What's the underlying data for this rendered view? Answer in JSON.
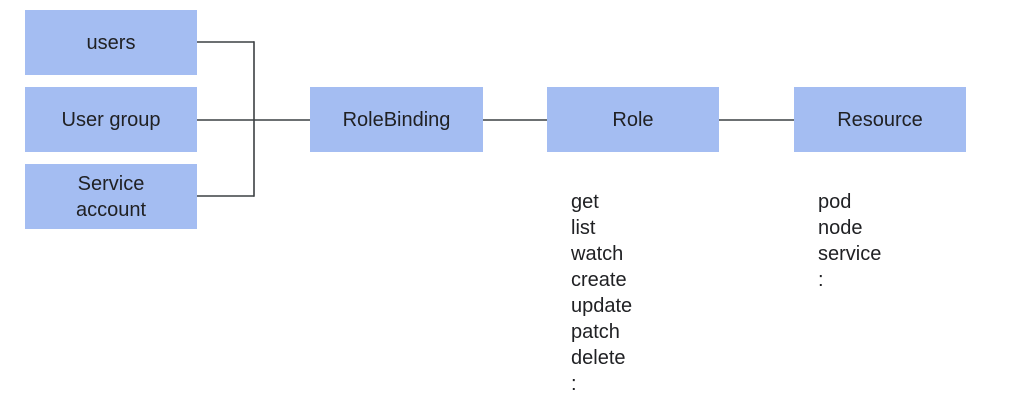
{
  "subjects": {
    "users": "users",
    "user_group": "User group",
    "service_account": "Service\naccount"
  },
  "role_binding": "RoleBinding",
  "role": "Role",
  "resource": "Resource",
  "verbs": [
    "get",
    "list",
    "watch",
    "create",
    "update",
    "patch",
    "delete",
    ":"
  ],
  "resources": [
    "pod",
    "node",
    "service",
    ":"
  ],
  "colors": {
    "box_fill": "#a4bdf2",
    "line": "#3c4043",
    "text": "#202124"
  }
}
